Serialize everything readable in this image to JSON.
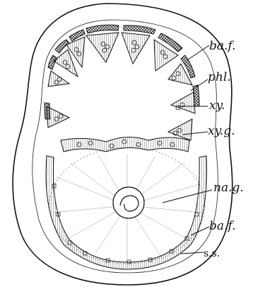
{
  "figure": {
    "labels": {
      "ba_f_top": "ba.f.",
      "phl": "phl.",
      "xy": "xy.",
      "xy_g": "xy.g.",
      "na_g": "na.g.",
      "ba_f_bottom": "ba.f.",
      "s_s": "s.s."
    }
  },
  "colors": {
    "ink": "#111111",
    "background": "#ffffff"
  }
}
